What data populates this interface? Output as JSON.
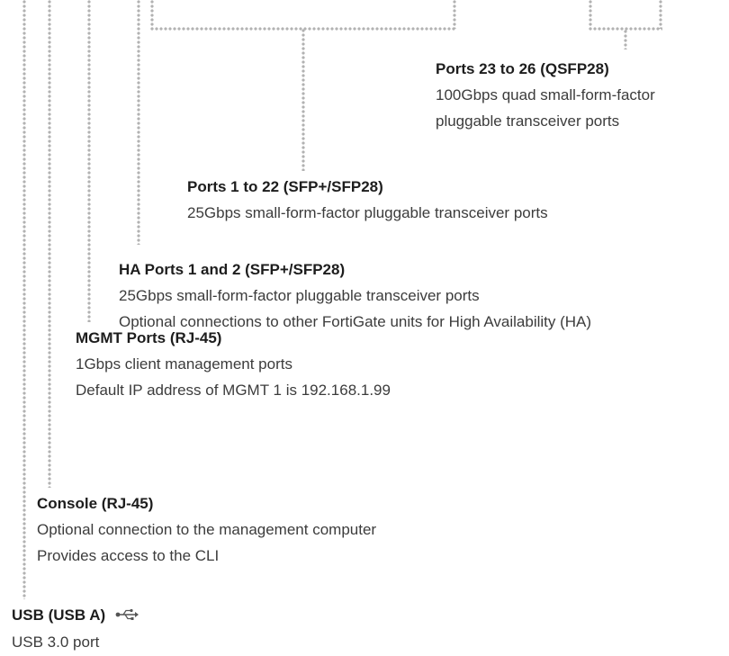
{
  "callouts": {
    "qsfp28": {
      "title": "Ports 23 to 26 (QSFP28)",
      "lines": [
        "100Gbps quad small-form-factor",
        "pluggable transceiver ports"
      ]
    },
    "sfp28": {
      "title": "Ports 1 to 22 (SFP+/SFP28)",
      "lines": [
        "25Gbps small-form-factor pluggable transceiver ports"
      ]
    },
    "ha_ports": {
      "title": "HA Ports 1 and 2 (SFP+/SFP28)",
      "lines": [
        "25Gbps small-form-factor pluggable transceiver ports",
        "Optional connections to other FortiGate units for High Availability (HA)"
      ]
    },
    "mgmt": {
      "title": "MGMT Ports (RJ-45)",
      "lines": [
        "1Gbps client management ports",
        "Default IP address of MGMT 1 is 192.168.1.99"
      ]
    },
    "console": {
      "title": "Console (RJ-45)",
      "lines": [
        "Optional connection to the management computer",
        "Provides access to the CLI"
      ]
    },
    "usb": {
      "title": "USB (USB A)",
      "icon": "usb-icon",
      "lines": [
        "USB 3.0 port"
      ]
    }
  },
  "colors": {
    "leader": "#b2b2b2",
    "title": "#1d1d1d",
    "text": "#3c3c3c"
  }
}
